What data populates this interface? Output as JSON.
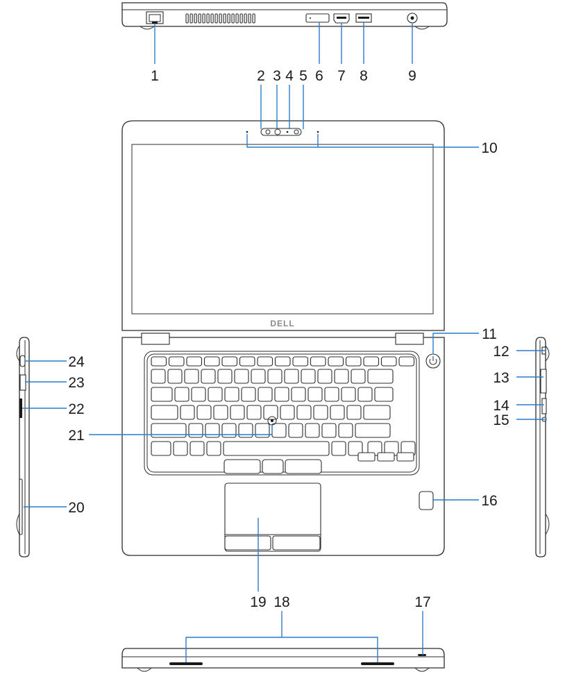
{
  "brand_logo": "DELL",
  "callouts": [
    {
      "id": "1",
      "label": "1"
    },
    {
      "id": "2",
      "label": "2"
    },
    {
      "id": "3",
      "label": "3"
    },
    {
      "id": "4",
      "label": "4"
    },
    {
      "id": "5",
      "label": "5"
    },
    {
      "id": "6",
      "label": "6"
    },
    {
      "id": "7",
      "label": "7"
    },
    {
      "id": "8",
      "label": "8"
    },
    {
      "id": "9",
      "label": "9"
    },
    {
      "id": "10",
      "label": "10"
    },
    {
      "id": "11",
      "label": "11"
    },
    {
      "id": "12",
      "label": "12"
    },
    {
      "id": "13",
      "label": "13"
    },
    {
      "id": "14",
      "label": "14"
    },
    {
      "id": "15",
      "label": "15"
    },
    {
      "id": "16",
      "label": "16"
    },
    {
      "id": "17",
      "label": "17"
    },
    {
      "id": "18",
      "label": "18"
    },
    {
      "id": "19",
      "label": "19"
    },
    {
      "id": "20",
      "label": "20"
    },
    {
      "id": "21",
      "label": "21"
    },
    {
      "id": "22",
      "label": "22"
    },
    {
      "id": "23",
      "label": "23"
    },
    {
      "id": "24",
      "label": "24"
    }
  ],
  "colors": {
    "callout_line": "#2a7cc7",
    "outline": "#2b2b2b",
    "logo": "#8a8a8a"
  }
}
